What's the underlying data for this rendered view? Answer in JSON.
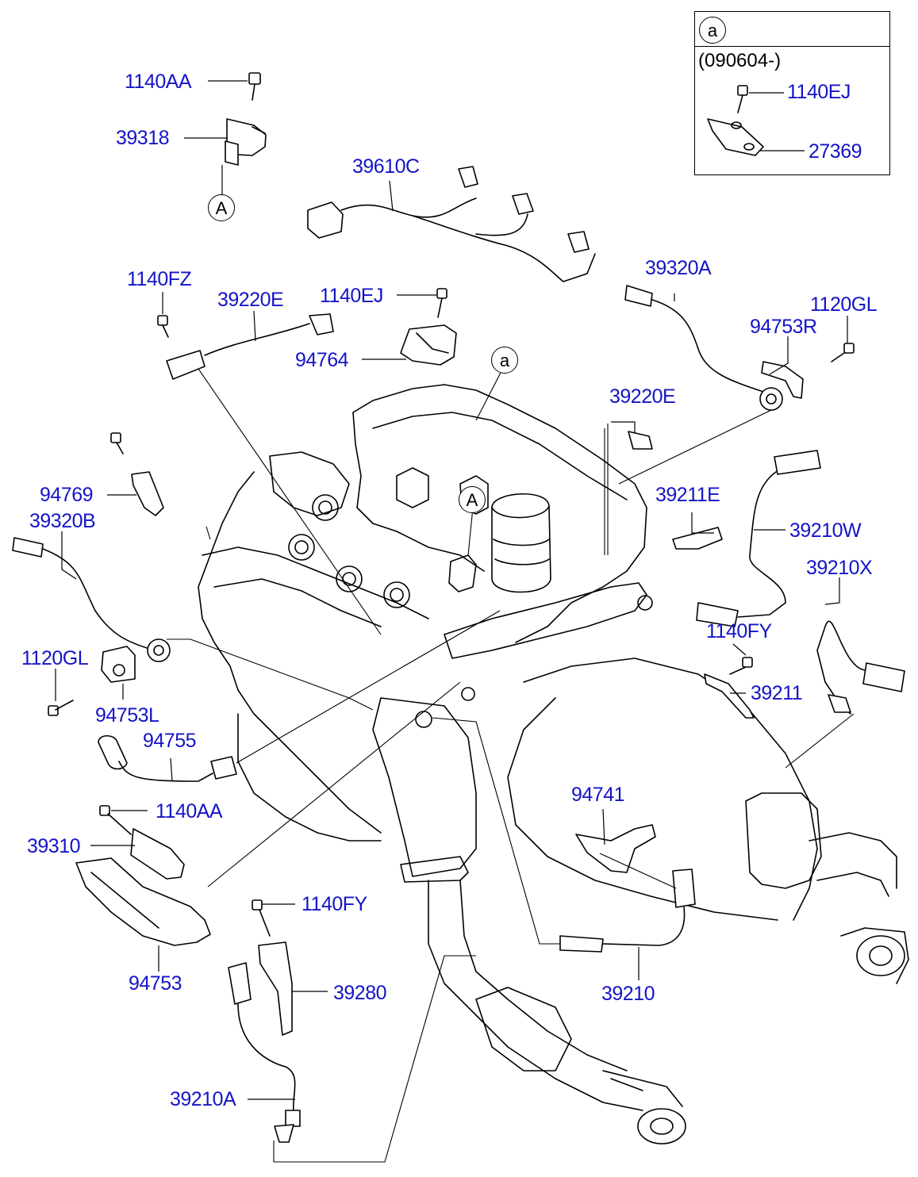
{
  "diagram": {
    "inset": {
      "ref_letter": "a",
      "date_range": "(090604-)",
      "parts": [
        "1140EJ",
        "27369"
      ]
    },
    "ref_markers": {
      "upper_a": "A",
      "engine_a": "A",
      "engine_small_a": "a"
    },
    "part_numbers": {
      "p1140AA_top": "1140AA",
      "p39318": "39318",
      "p39610C": "39610C",
      "p1140FZ": "1140FZ",
      "p39220E_left": "39220E",
      "p1140EJ": "1140EJ",
      "p94764": "94764",
      "p39320A": "39320A",
      "p1120GL_right": "1120GL",
      "p94753R": "94753R",
      "p39220E_right": "39220E",
      "p94769": "94769",
      "p39320B": "39320B",
      "p39211E": "39211E",
      "p39210W": "39210W",
      "p39210X": "39210X",
      "p1120GL_left": "1120GL",
      "p94753L": "94753L",
      "p1140FY_right": "1140FY",
      "p39211": "39211",
      "p94755": "94755",
      "p1140AA_bottom": "1140AA",
      "p39310": "39310",
      "p94741": "94741",
      "p1140FY_bottom": "1140FY",
      "p94753": "94753",
      "p39280": "39280",
      "p39210": "39210",
      "p39210A": "39210A"
    }
  }
}
